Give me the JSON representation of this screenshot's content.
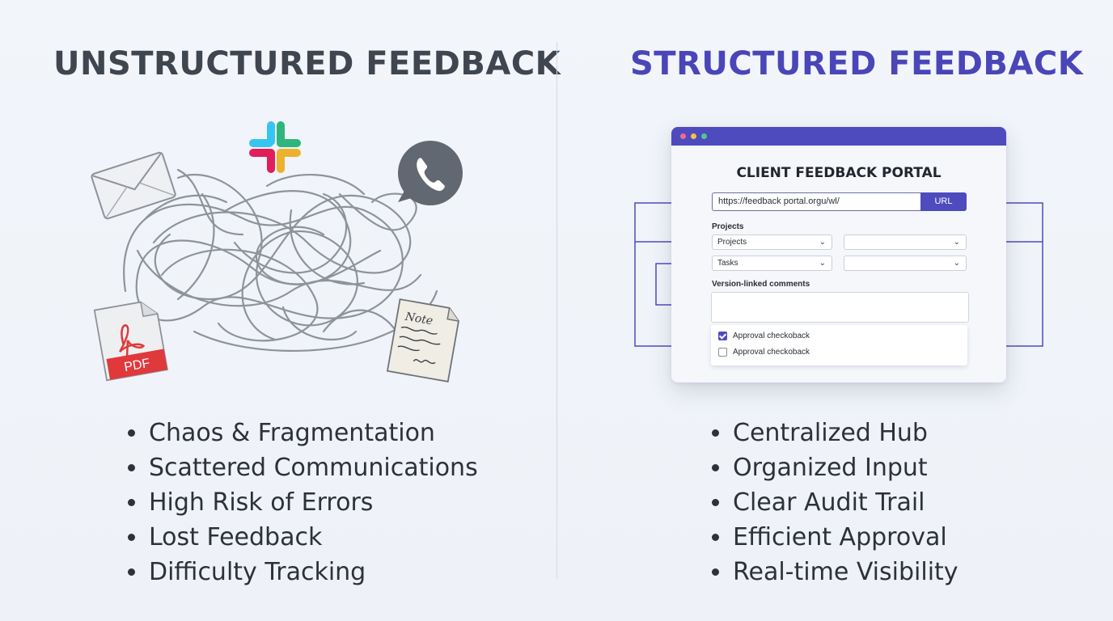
{
  "left": {
    "heading": "UNSTRUCTURED FEEDBACK",
    "icons": {
      "email": "envelope-icon",
      "slack": "slack-icon",
      "phone": "phone-chat-icon",
      "pdf_label": "PDF",
      "note_label": "Note"
    },
    "bullets": [
      "Chaos & Fragmentation",
      "Scattered Communications",
      "High Risk of Errors",
      "Lost Feedback",
      "Difficulty Tracking"
    ]
  },
  "right": {
    "heading": "STRUCTURED FEEDBACK",
    "portal": {
      "title": "CLIENT FEEDBACK PORTAL",
      "url_value": "https://feedback portal.orgu/wl/",
      "url_button": "URL",
      "projects_label": "Projects",
      "projects_select": "Projects",
      "tasks_select": "Tasks",
      "comments_label": "Version-linked comments",
      "checks": [
        {
          "label": "Approval checkoback",
          "checked": true
        },
        {
          "label": "Approval checkoback",
          "checked": false
        }
      ]
    },
    "bullets": [
      "Centralized Hub",
      "Organized Input",
      "Clear Audit Trail",
      "Efficient Approval",
      "Real-time Visibility"
    ]
  },
  "colors": {
    "accent": "#4e4bbf",
    "left_heading": "#3f4650",
    "right_heading": "#4a46b8",
    "slack_blue": "#36c5f0",
    "slack_green": "#2eb67d",
    "slack_yellow": "#ecb22e",
    "slack_red": "#e01e5a",
    "pdf_red": "#e0393b"
  }
}
